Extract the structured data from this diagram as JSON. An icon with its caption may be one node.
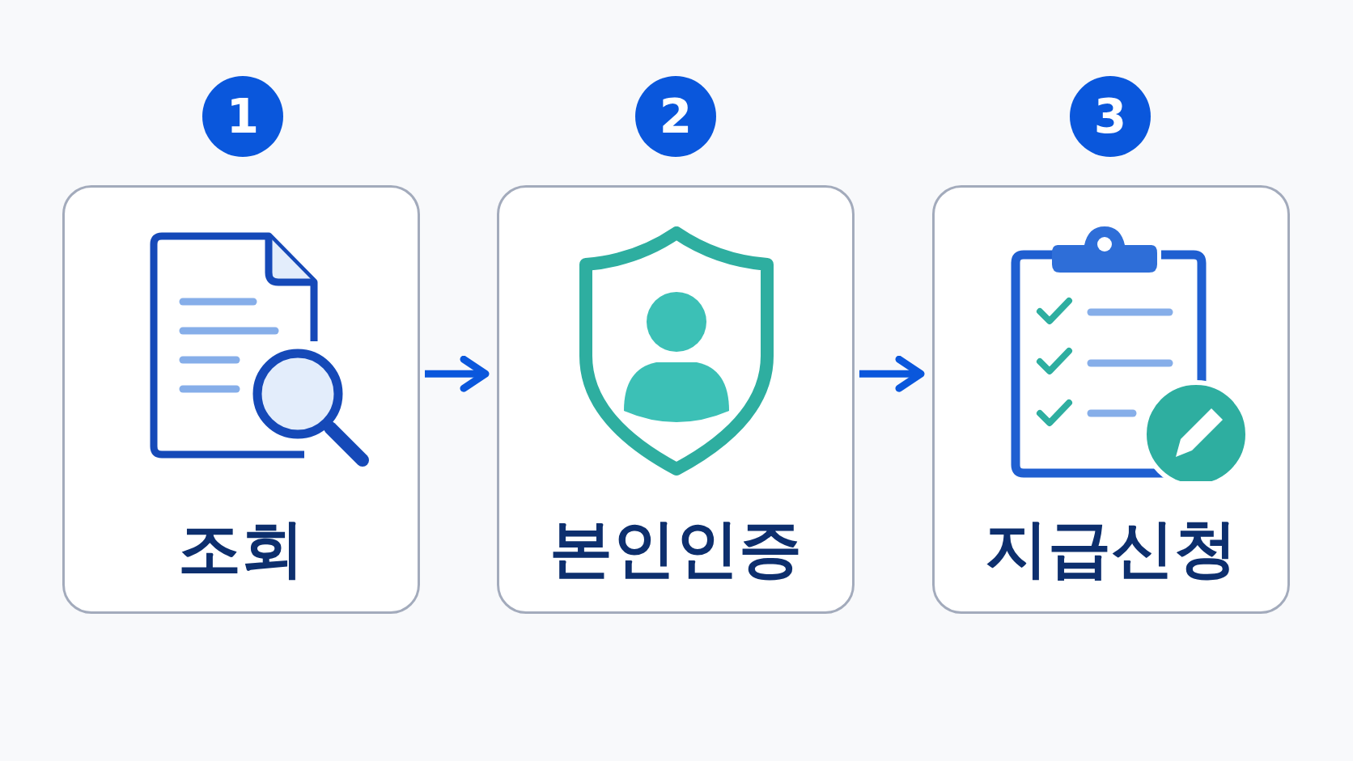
{
  "diagram": {
    "nodes": [
      {
        "text": [
          "1"
        ]
      },
      {
        "text": [
          "2"
        ]
      },
      {
        "text": [
          "3"
        ]
      },
      {
        "text": [
          "조회"
        ]
      },
      {
        "text": [
          "본인인증"
        ]
      },
      {
        "text": [
          "지급신청"
        ]
      }
    ],
    "edges": [
      {
        "from": 3,
        "to": 4,
        "arrow": "to"
      },
      {
        "from": 4,
        "to": 5,
        "arrow": "to"
      }
    ]
  }
}
